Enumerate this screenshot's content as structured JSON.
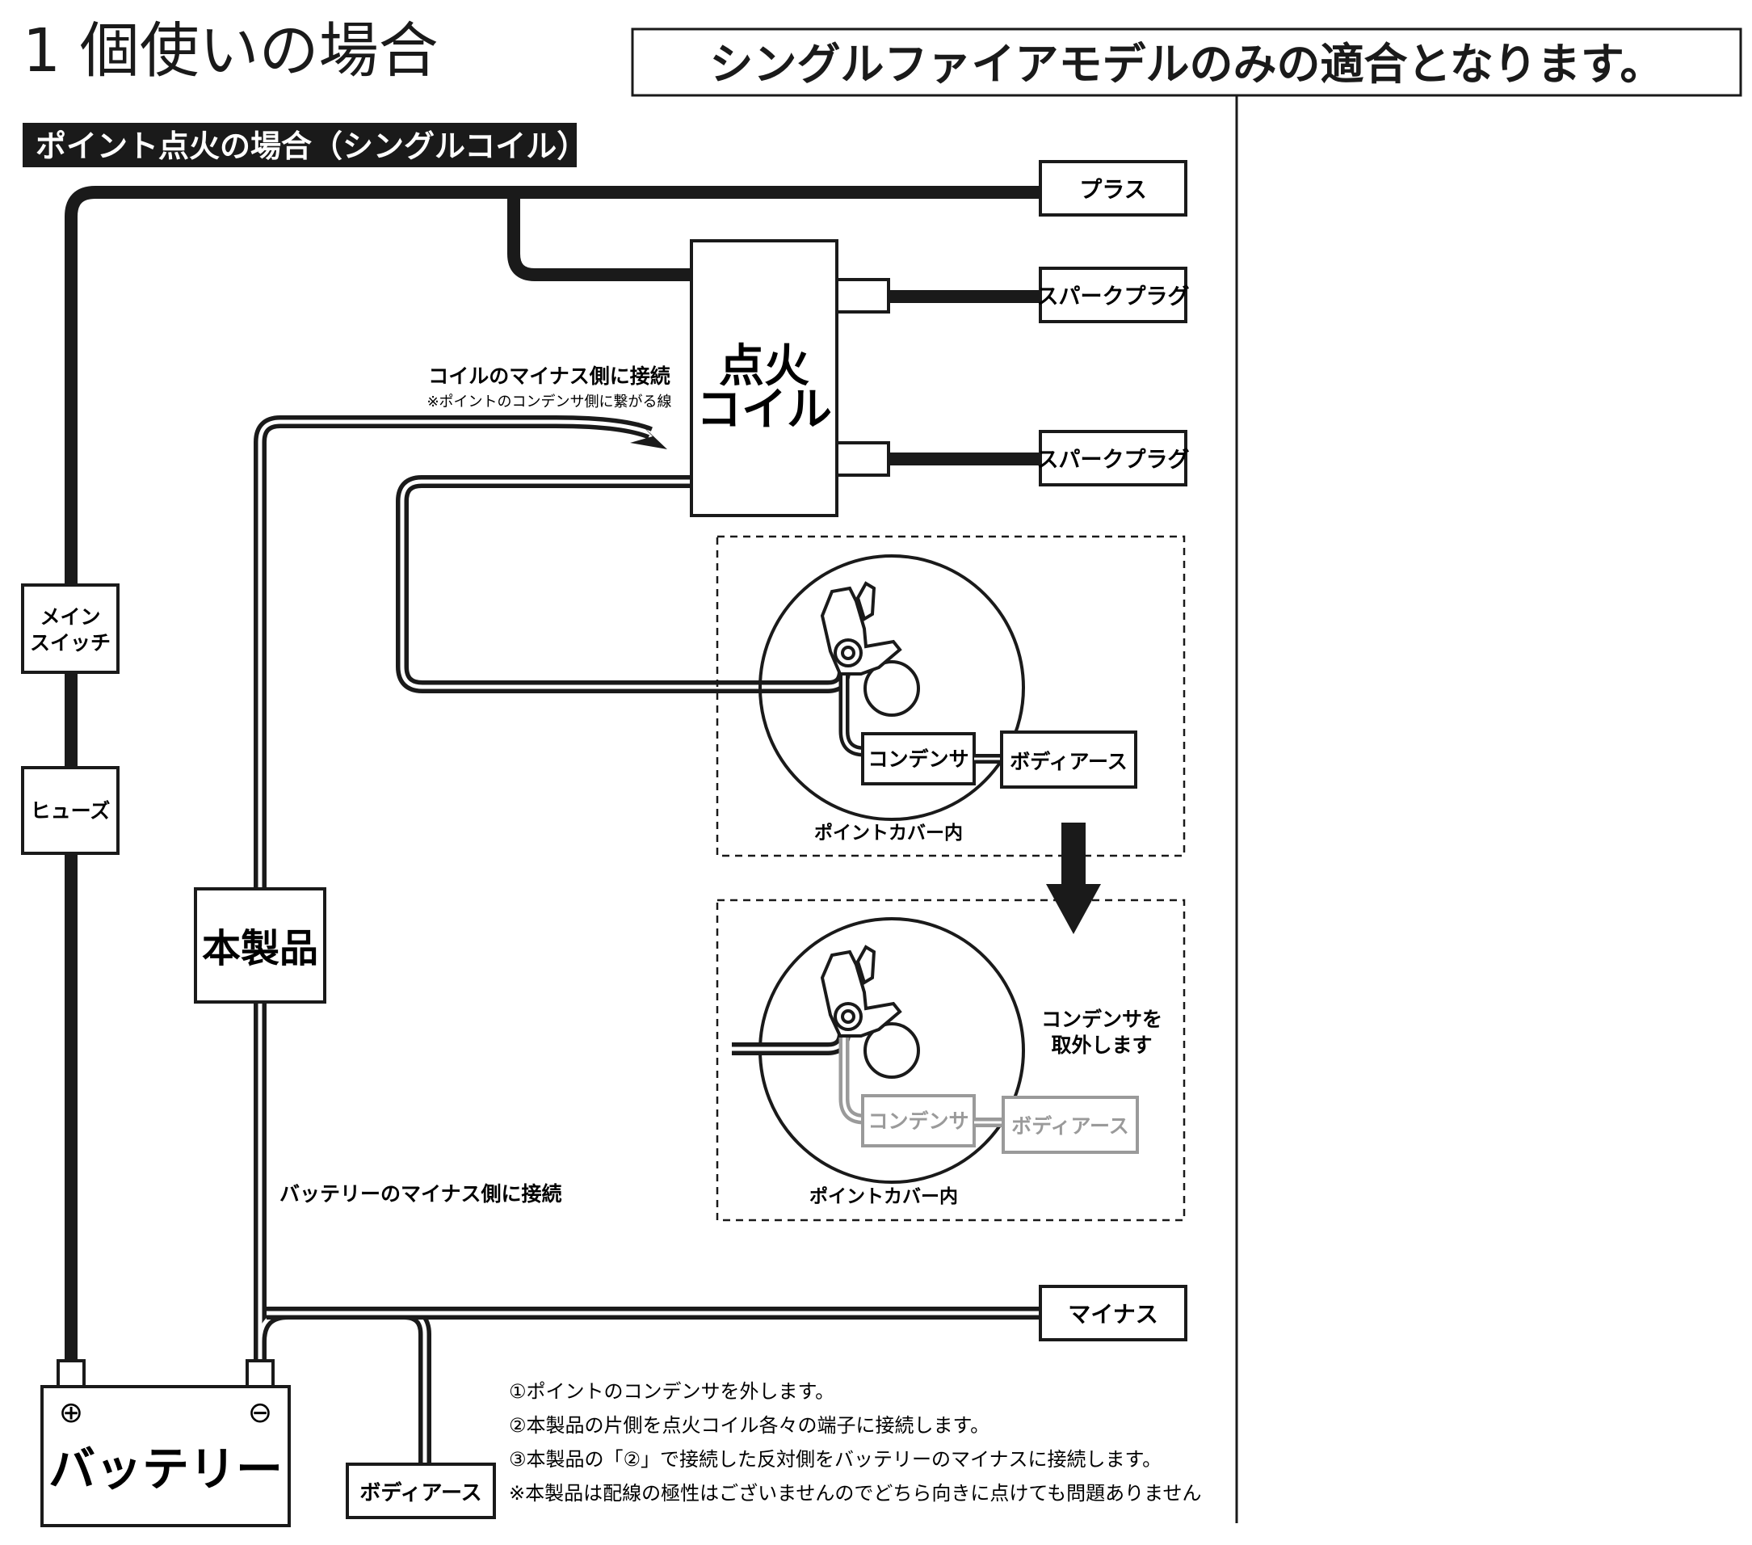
{
  "page_title": "1 個使いの場合",
  "banner": "シングルファイアモデルのみの適合となります。",
  "section_header": "ポイント点火の場合（シングルコイル）",
  "labels": {
    "plus": "プラス",
    "spark_plug_1": "スパークプラグ",
    "spark_plug_2": "スパークプラグ",
    "ignition_coil": [
      "点火",
      "コイル"
    ],
    "main_switch": [
      "メイン",
      "スイッチ"
    ],
    "fuse": "ヒューズ",
    "product": "本製品",
    "minus": "マイナス",
    "body_earth_bottom": "ボディアース",
    "battery": "バッテリー",
    "battery_plus_symbol": "⊕",
    "battery_minus_symbol": "⊖"
  },
  "annotations": {
    "coil_minus": "コイルのマイナス側に接続",
    "coil_minus_note": "※ポイントのコンデンサ側に繋がる線",
    "battery_minus": "バッテリーのマイナス側に接続",
    "remove_condenser": [
      "コンデンサを",
      "取外します"
    ]
  },
  "inset_before": {
    "condenser": "コンデンサ",
    "body_earth": "ボディアース",
    "caption": "ポイントカバー内"
  },
  "inset_after": {
    "condenser": "コンデンサ",
    "body_earth": "ボディアース",
    "caption": "ポイントカバー内"
  },
  "instructions": [
    "①ポイントのコンデンサを外します。",
    "②本製品の片側を点火コイル各々の端子に接続します。",
    "③本製品の「②」で接続した反対側をバッテリーのマイナスに接続します。",
    "※本製品は配線の極性はございませんのでどちら向きに点けても問題ありません"
  ],
  "colors": {
    "ink": "#1a1a1a",
    "removed_gray": "#9a9a9a"
  }
}
